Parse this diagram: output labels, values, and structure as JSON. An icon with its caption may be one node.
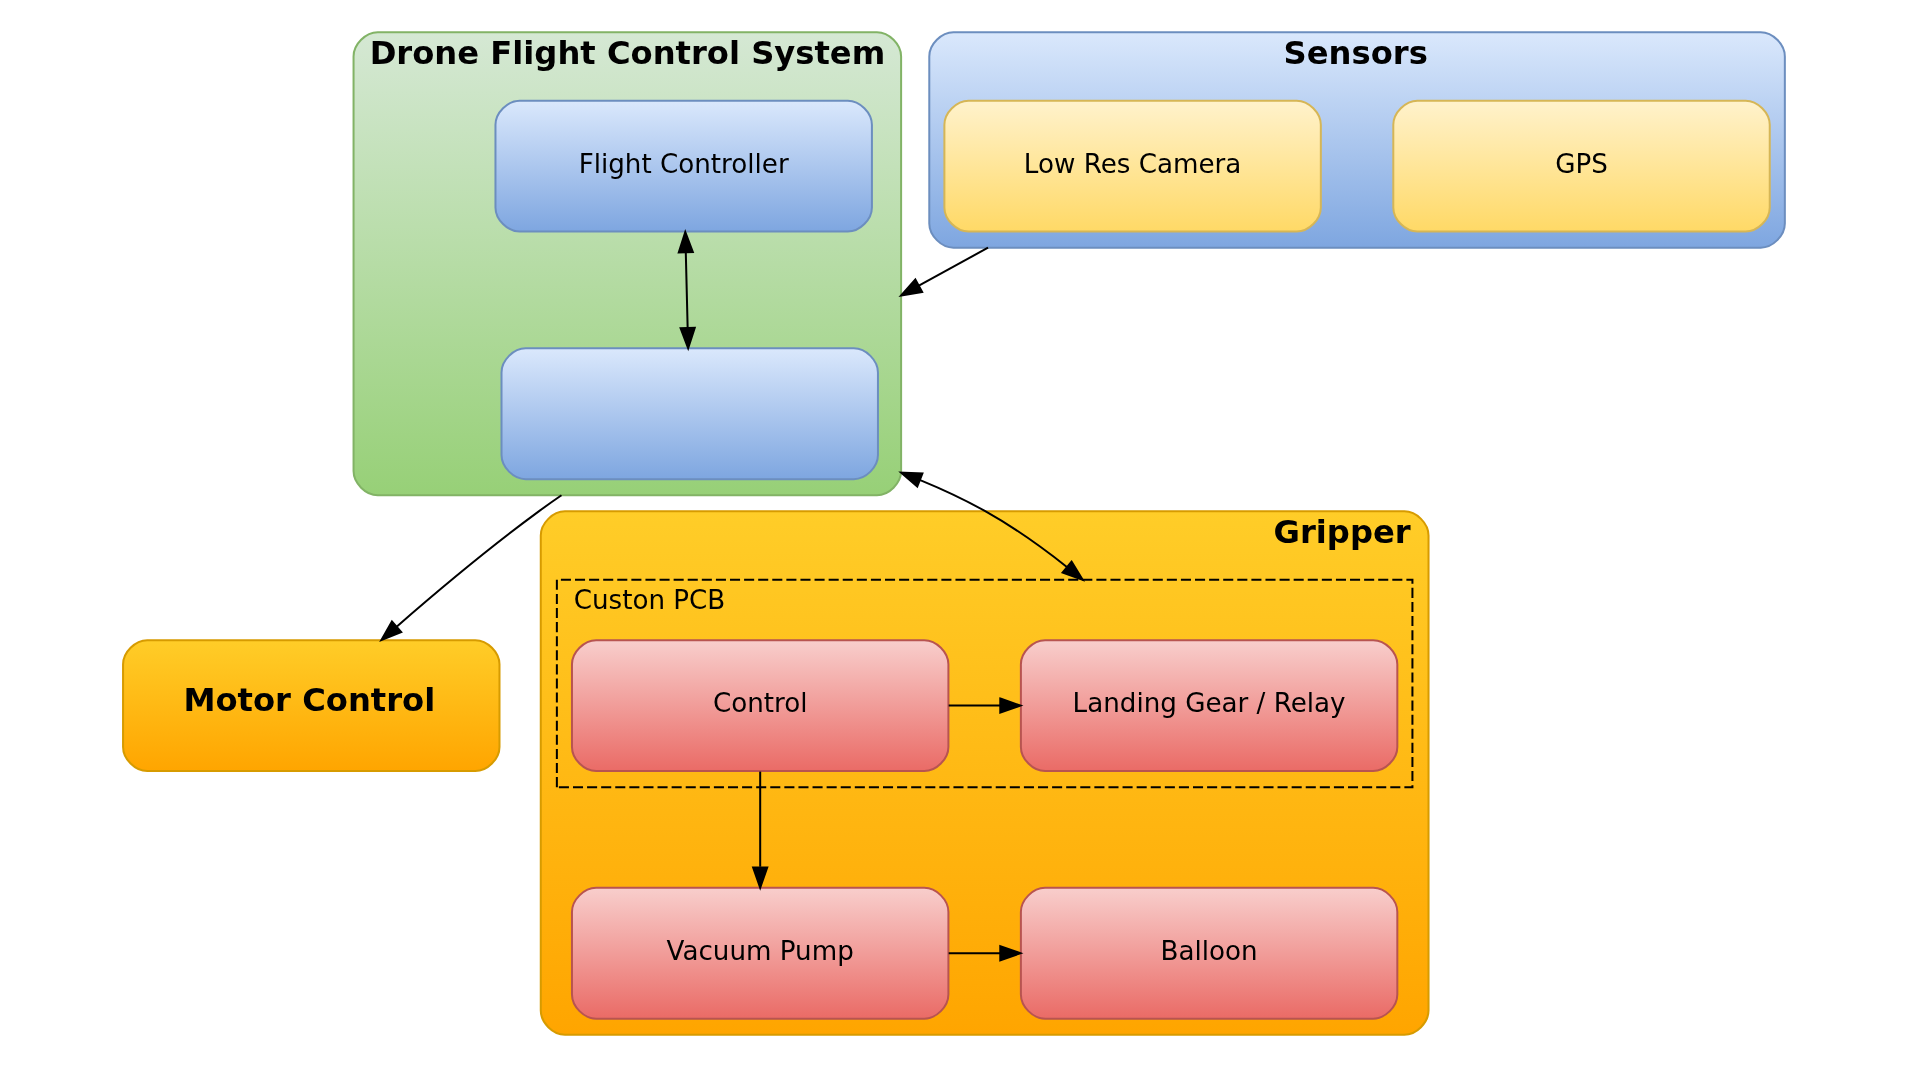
{
  "diagram": {
    "nodes": [
      {
        "text": [
          "Drone Flight Control System"
        ]
      },
      {
        "text": [
          "Flight Controller"
        ],
        "in": 0
      },
      {
        "text": [],
        "shape": "box",
        "in": 0
      },
      {
        "text": [
          "Sensors"
        ]
      },
      {
        "text": [
          "GPS"
        ],
        "in": 3
      },
      {
        "text": [
          "Low Res Camera"
        ],
        "in": 3
      },
      {
        "text": [
          "Motor Control"
        ]
      },
      {
        "text": [
          "Gripper"
        ]
      },
      {
        "text": [
          "Custon PCB"
        ],
        "in": 7
      },
      {
        "text": [
          "Control"
        ],
        "in": 8
      },
      {
        "text": [
          "Landing Gear / Relay"
        ],
        "in": 8
      },
      {
        "text": [
          "Balloon"
        ],
        "in": 7
      },
      {
        "text": [
          "Vacuum Pump"
        ],
        "in": 7
      }
    ],
    "edges": [
      {
        "from": 3,
        "to": 0,
        "arrow": "to"
      },
      {
        "from": 1,
        "to": 2,
        "arrow": "both"
      },
      {
        "from": 0,
        "to": 6,
        "arrow": "to"
      },
      {
        "from": 0,
        "to": 8,
        "arrow": "both"
      },
      {
        "from": 9,
        "to": 10,
        "arrow": "to"
      },
      {
        "from": 9,
        "to": 12,
        "arrow": "to"
      },
      {
        "from": 12,
        "to": 11,
        "arrow": "to"
      }
    ]
  }
}
